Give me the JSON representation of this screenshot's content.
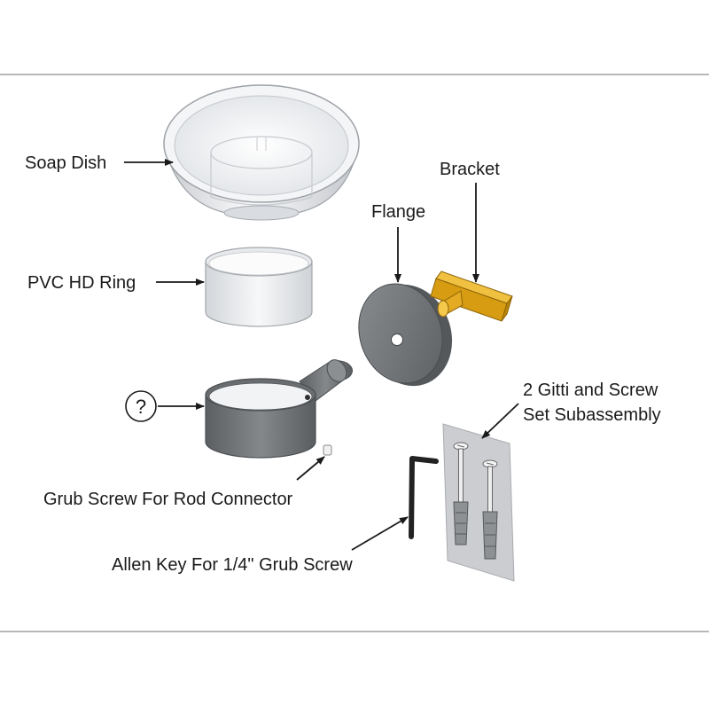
{
  "labels": {
    "soap_dish": "Soap Dish",
    "pvc_ring": "PVC HD Ring",
    "unknown_part": "?",
    "grub_screw": "Grub Screw For Rod Connector",
    "flange": "Flange",
    "bracket": "Bracket",
    "gitti_line1": "2 Gitti and Screw",
    "gitti_line2": "Set Subassembly",
    "allen_key": "Allen Key For 1/4\" Grub Screw"
  },
  "colors": {
    "background": "#ffffff",
    "rule": "#a0a0a0",
    "part_dark": "#6f7275",
    "part_light": "#f3f4f6",
    "bracket": "#e0aa20",
    "plate": "#c9cbce",
    "arrow": "#1a1a1a"
  }
}
